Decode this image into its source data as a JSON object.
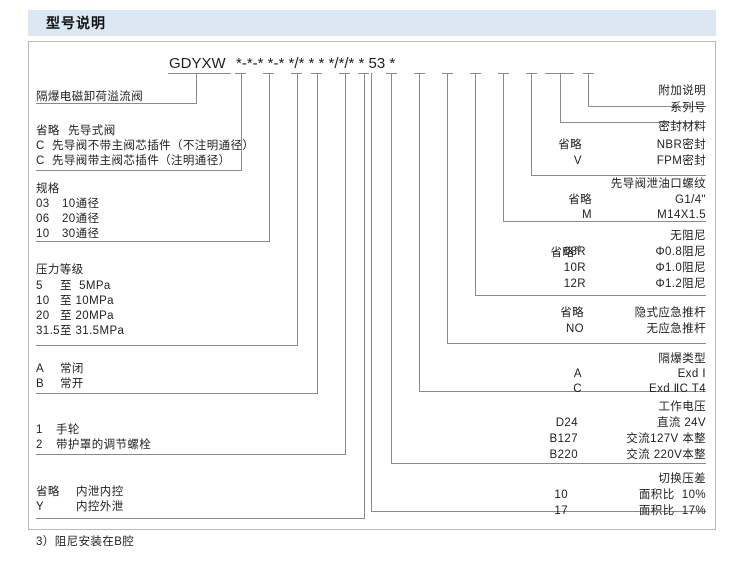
{
  "header": {
    "title": "型号说明"
  },
  "model_code": {
    "prefix": "GDYXW",
    "pattern": "*-*-* *-* */* * * */*/* * 53 *",
    "series_number_shown": "53"
  },
  "left_groups": [
    {
      "name": "product-name",
      "lines": [
        {
          "code": "",
          "desc": "隔爆电磁卸荷溢流阀"
        }
      ]
    },
    {
      "name": "pilot-type",
      "lines": [
        {
          "code": "省略",
          "desc": "先导式阀"
        },
        {
          "code": "C",
          "desc": "先导阀不带主阀芯插件（不注明通径）"
        },
        {
          "code": "C",
          "desc": "先导阀带主阀芯插件（注明通径）"
        }
      ]
    },
    {
      "name": "size",
      "title": "规格",
      "lines": [
        {
          "code": "03",
          "desc": "10通径"
        },
        {
          "code": "06",
          "desc": "20通径"
        },
        {
          "code": "10",
          "desc": "30通径"
        }
      ]
    },
    {
      "name": "pressure-rating",
      "title": "压力等级",
      "lines": [
        {
          "code": "5",
          "desc": "至  5MPa"
        },
        {
          "code": "10",
          "desc": "至 10MPa"
        },
        {
          "code": "20",
          "desc": "至 20MPa"
        },
        {
          "code": "31.5",
          "desc": "至 31.5MPa"
        }
      ]
    },
    {
      "name": "normal-state",
      "lines": [
        {
          "code": "A",
          "desc": "常闭"
        },
        {
          "code": "B",
          "desc": "常开"
        }
      ]
    },
    {
      "name": "adjustment-type",
      "lines": [
        {
          "code": "1",
          "desc": "手轮"
        },
        {
          "code": "2",
          "desc": "带护罩的调节螺栓"
        }
      ]
    },
    {
      "name": "drain-control",
      "lines": [
        {
          "code": "省略",
          "desc": "内泄内控"
        },
        {
          "code": "Y",
          "desc": "内控外泄"
        }
      ]
    }
  ],
  "footnote": "3）阻尼安装在B腔",
  "right_groups": [
    {
      "name": "additional-note",
      "title": "附加说明",
      "lines": []
    },
    {
      "name": "series-number",
      "title": "系列号",
      "lines": []
    },
    {
      "name": "seal-material",
      "title": "密封材料",
      "lines": [
        {
          "code": "省略",
          "desc": "NBR密封"
        },
        {
          "code": "V",
          "desc": "FPM密封"
        }
      ]
    },
    {
      "name": "pilot-drain-thread",
      "title": "先导阀泄油口螺纹",
      "lines": [
        {
          "code": "省略",
          "desc": "G1/4\""
        },
        {
          "code": "M",
          "desc": "M14X1.5"
        }
      ]
    },
    {
      "name": "damping",
      "title": "",
      "lines": [
        {
          "code": "省略",
          "code_sup": "3）",
          "desc": "无阻尼"
        },
        {
          "code": "08R",
          "desc": "Φ0.8阻尼"
        },
        {
          "code": "10R",
          "desc": "Φ1.0阻尼"
        },
        {
          "code": "12R",
          "desc": "Φ1.2阻尼"
        }
      ]
    },
    {
      "name": "emergency-push-rod",
      "title": "",
      "lines": [
        {
          "code": "省略",
          "desc": "隐式应急推杆"
        },
        {
          "code": "NO",
          "desc": "无应急推杆"
        }
      ]
    },
    {
      "name": "explosion-proof-type",
      "title": "隔爆类型",
      "lines": [
        {
          "code": "A",
          "desc": "Exd Ⅰ"
        },
        {
          "code": "C",
          "desc": "Exd ⅡC T4"
        }
      ]
    },
    {
      "name": "working-voltage",
      "title": "工作电压",
      "lines": [
        {
          "code": "D24",
          "desc": "直流 24V"
        },
        {
          "code": "B127",
          "desc": "交流127V 本整"
        },
        {
          "code": "B220",
          "desc": "交流 220V本整"
        }
      ]
    },
    {
      "name": "switching-pressure-difference",
      "title": "切换压差",
      "lines": [
        {
          "code": "10",
          "desc": "面积比  10%"
        },
        {
          "code": "17",
          "desc": "面积比  17%"
        }
      ]
    }
  ],
  "colors": {
    "header_bg": "#dbe8f4",
    "frame_border": "#b9b9b9",
    "rule": "#8a8a8a",
    "text": "#1f1f1f"
  }
}
